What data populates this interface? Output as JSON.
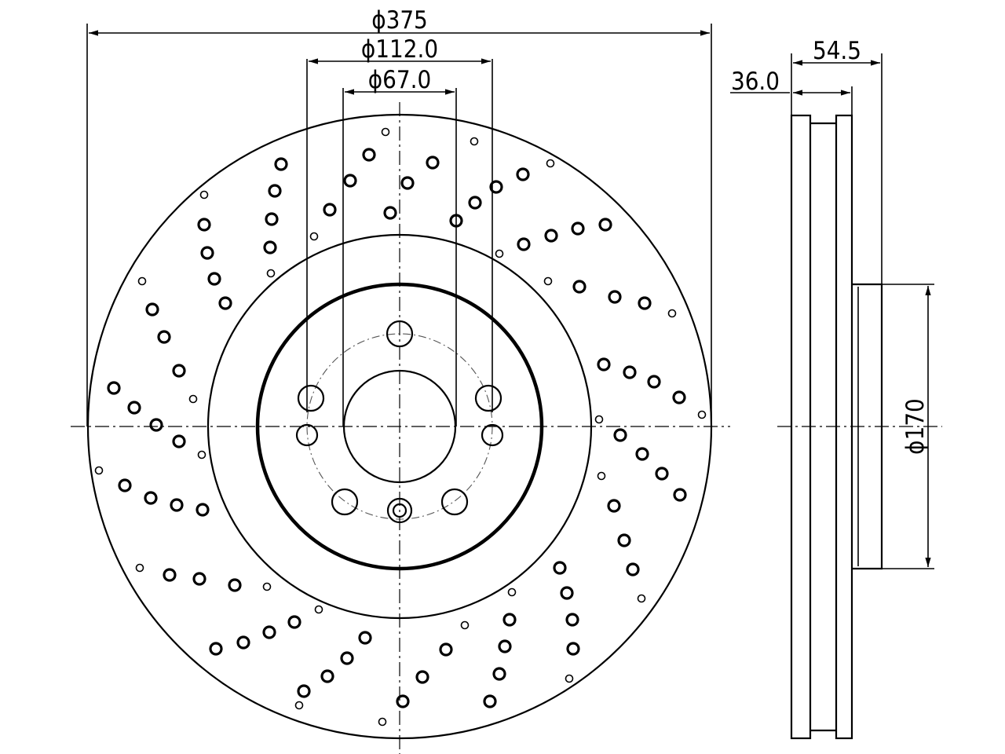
{
  "drawing": {
    "title": "",
    "dimensions": {
      "outer_diameter": "ϕ375",
      "bolt_circle_diameter": "ϕ112.0",
      "center_bore_diameter": "ϕ67.0",
      "total_height": "54.5",
      "rotor_thickness": "36.0",
      "hat_diameter": "ϕ170"
    },
    "views": [
      "front-view",
      "side-view"
    ],
    "colors": {
      "line": "#000000",
      "background": "#ffffff"
    }
  }
}
